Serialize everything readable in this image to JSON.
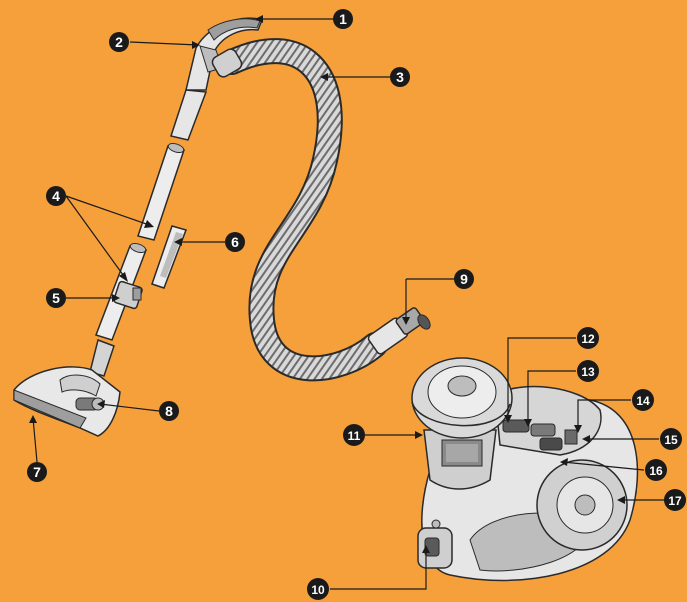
{
  "colors": {
    "background": "#F6A03C",
    "callout": "#1a1a1a",
    "part_light": "#eeeeee",
    "part_mid": "#bdbdbd",
    "part_dark": "#555555",
    "outline": "#2a2a2a"
  },
  "callouts": [
    {
      "id": "1",
      "label": "1"
    },
    {
      "id": "2",
      "label": "2"
    },
    {
      "id": "3",
      "label": "3"
    },
    {
      "id": "4",
      "label": "4"
    },
    {
      "id": "5",
      "label": "5"
    },
    {
      "id": "6",
      "label": "6"
    },
    {
      "id": "7",
      "label": "7"
    },
    {
      "id": "8",
      "label": "8"
    },
    {
      "id": "9",
      "label": "9"
    },
    {
      "id": "10",
      "label": "10"
    },
    {
      "id": "11",
      "label": "11"
    },
    {
      "id": "12",
      "label": "12"
    },
    {
      "id": "13",
      "label": "13"
    },
    {
      "id": "14",
      "label": "14"
    },
    {
      "id": "15",
      "label": "15"
    },
    {
      "id": "16",
      "label": "16"
    },
    {
      "id": "17",
      "label": "17"
    }
  ]
}
